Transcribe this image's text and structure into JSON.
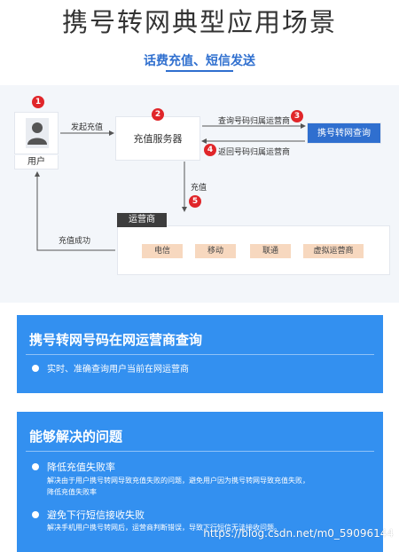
{
  "title": "携号转网典型应用场景",
  "subtitle": "话费充值、短信发送",
  "diagram": {
    "user_label": "用户",
    "server_label": "充值服务器",
    "query_label": "携号转网查询",
    "arrow_recharge": "发起充值",
    "arrow_query": "查询号码归属运营商",
    "arrow_return": "返回号码归属运营商",
    "arrow_charge": "充值",
    "arrow_success": "充值成功",
    "carrier_tab": "运营商",
    "carriers": [
      "电信",
      "移动",
      "联通",
      "虚拟运营商"
    ],
    "steps": [
      "1",
      "2",
      "3",
      "4",
      "5"
    ],
    "accent_color": "#2f6fcf",
    "step_color": "#e0262a"
  },
  "panel1": {
    "title": "携号转网号码在网运营商查询",
    "bullet": "实时、准确查询用户当前在网运营商"
  },
  "panel2": {
    "title": "能够解决的问题",
    "items": [
      {
        "heading": "降低充值失败率",
        "line1": "解决由于用户携号转网导致充值失败的问题，避免用户因为携号转网导致充值失败，",
        "line2": "降低充值失败率"
      },
      {
        "heading": "避免下行短信接收失败",
        "line1": "解决手机用户携号转网后，运营商判断错误，导致下行短信无法接收问题。"
      }
    ]
  },
  "watermark": "https://blog.csdn.net/m0_59096144"
}
